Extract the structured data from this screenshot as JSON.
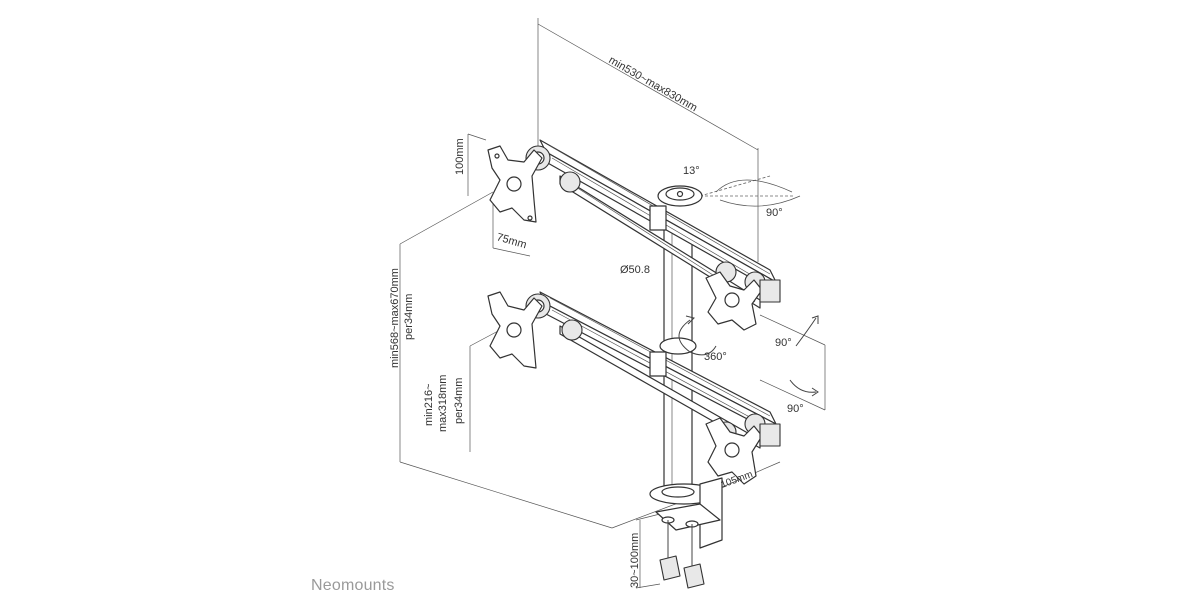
{
  "brand": {
    "name": "Neomounts",
    "color": "#9a9a9a"
  },
  "dimensions": {
    "arm_span": "min530~max830mm",
    "vesa_height": "100mm",
    "vesa_width": "75mm",
    "total_height": "min568~max670mm",
    "total_height_step": "per34mm",
    "lower_height": "min216~",
    "lower_height_2": "max318mm",
    "lower_height_step": "per34mm",
    "pole_diameter": "Ø50.8",
    "clamp_depth": "105mm",
    "desk_thickness": "30~100mm"
  },
  "angles": {
    "tilt": "13°",
    "swivel_arm": "90°",
    "rotation": "360°",
    "swivel_side": "90°",
    "tilt_side": "90°"
  },
  "colors": {
    "line": "#333333",
    "text": "#333333",
    "fill_grey": "#e8e8e8"
  }
}
